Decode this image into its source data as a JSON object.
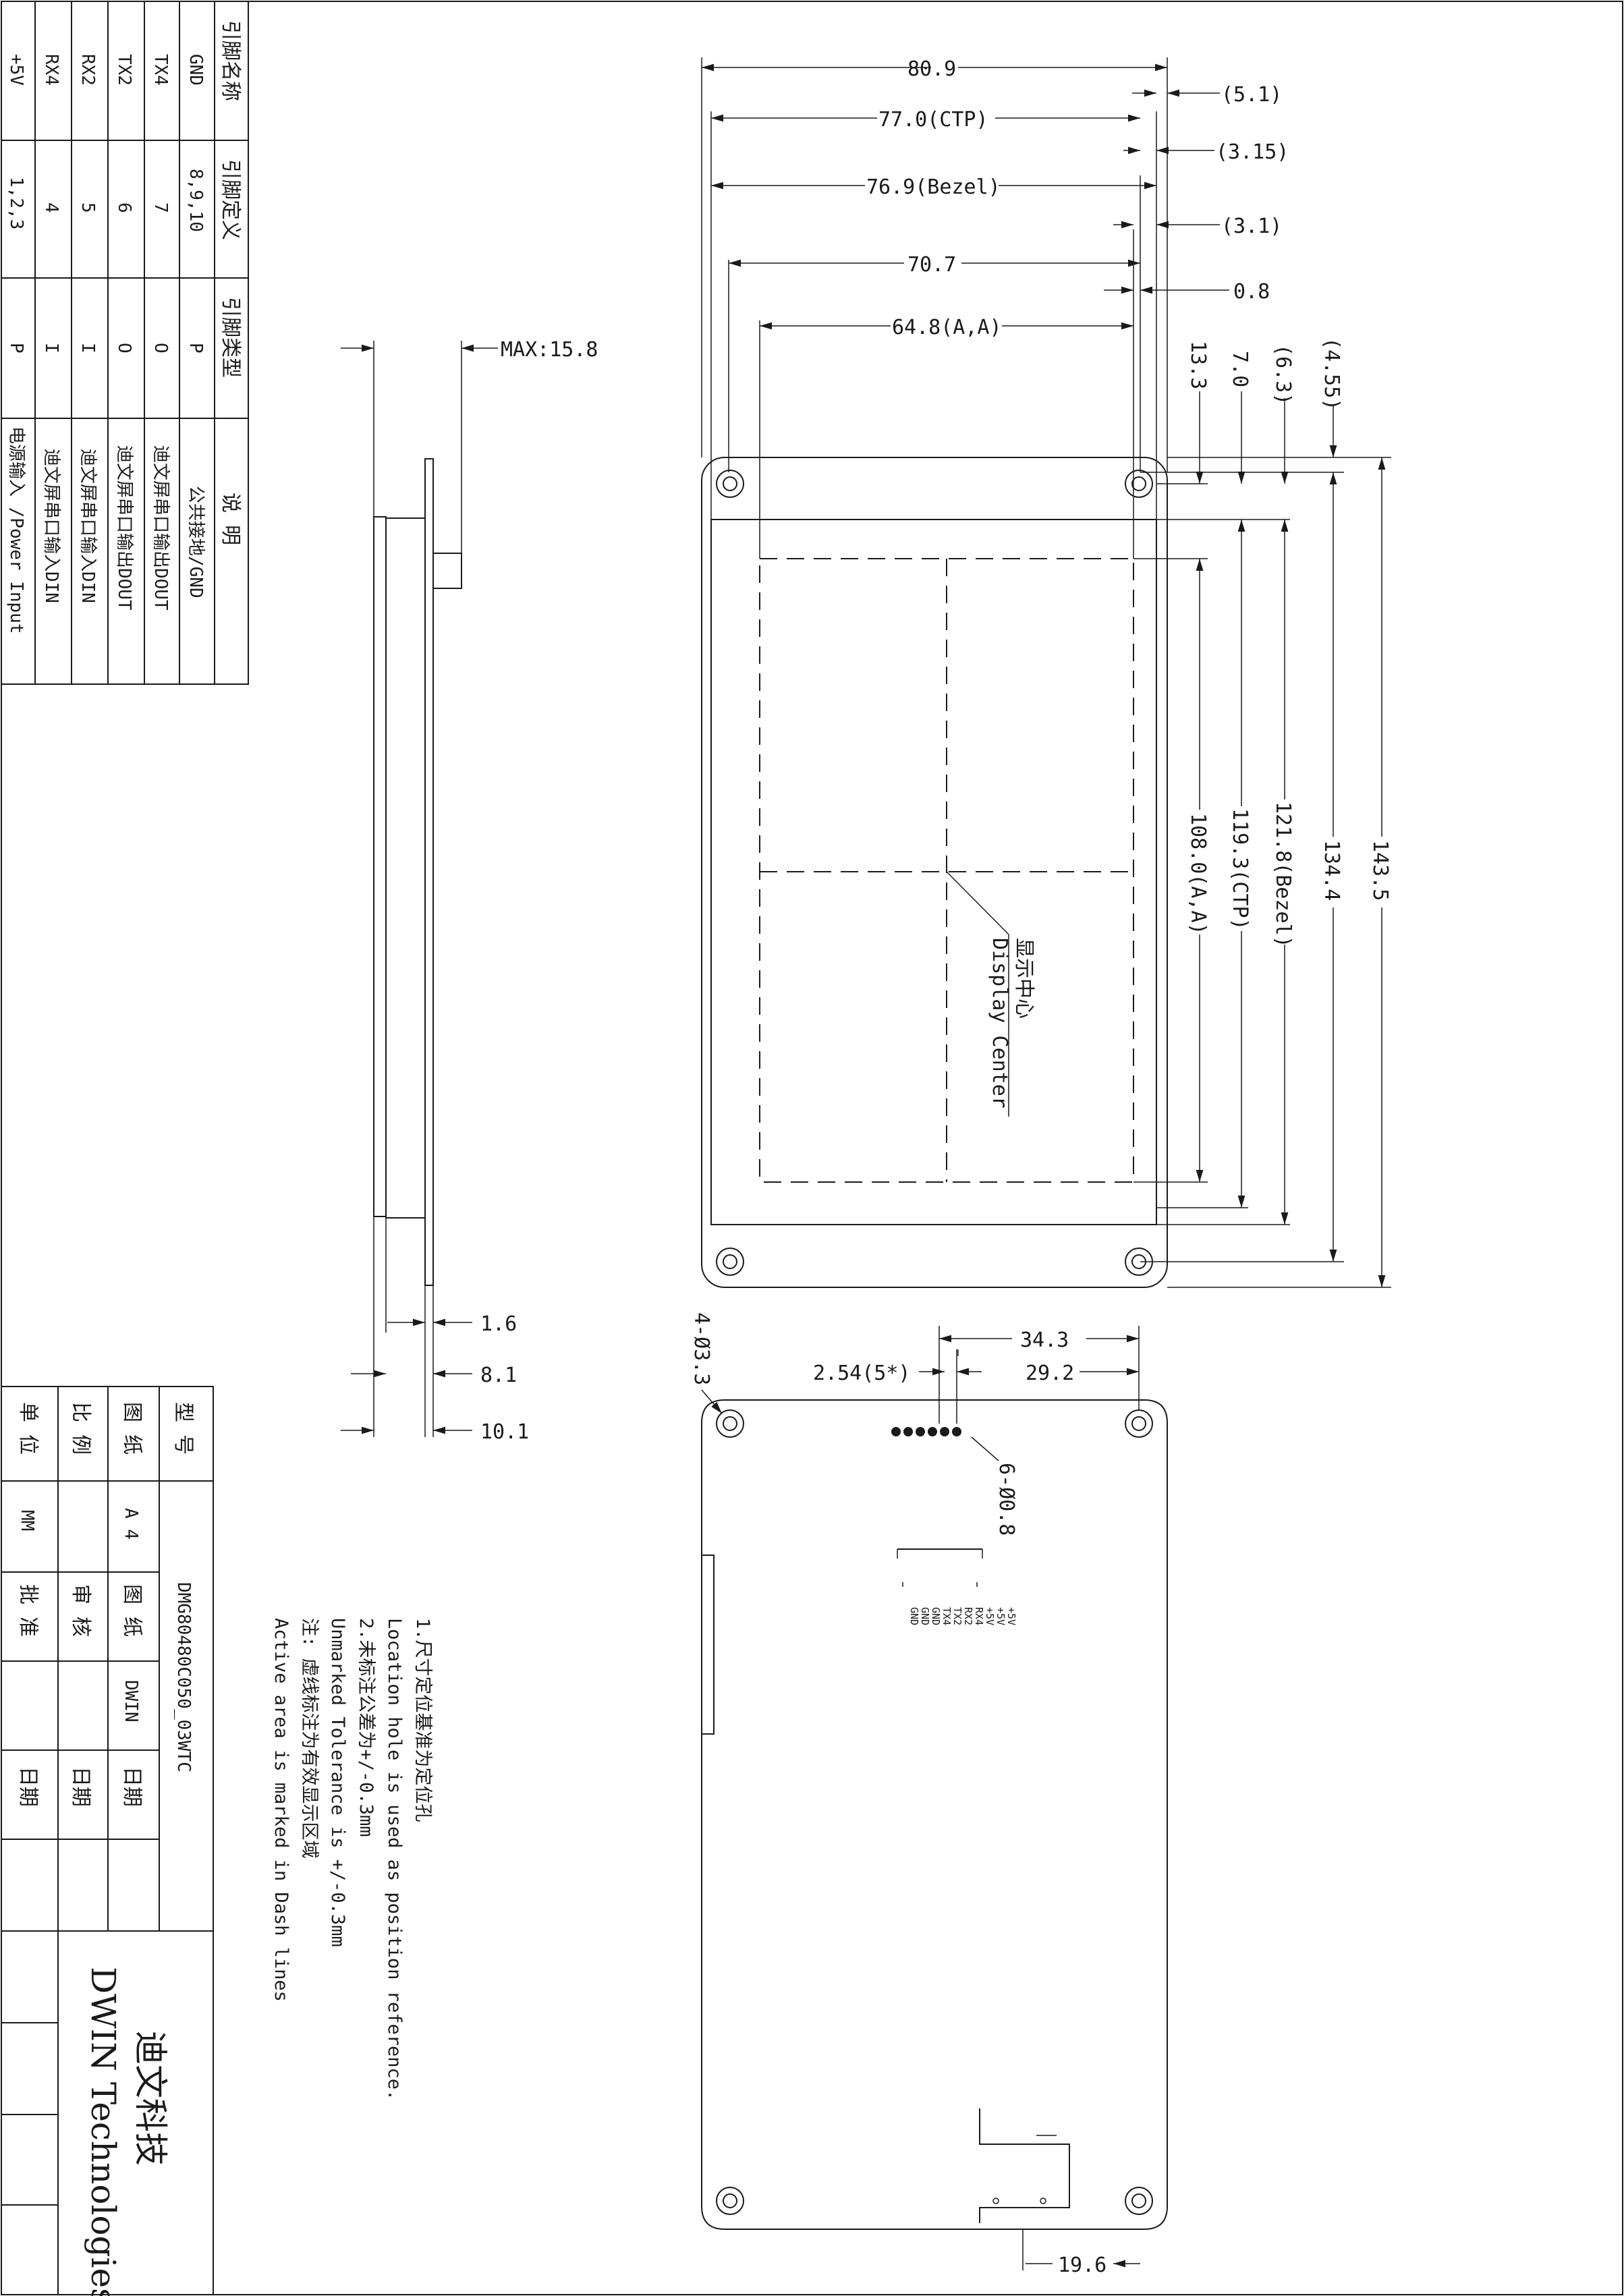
{
  "pin_table": {
    "headers": [
      "引脚名称",
      "引脚定义",
      "引脚类型",
      "说 明"
    ],
    "rows": [
      [
        "GND",
        "8,9,10",
        "P",
        "公共接地/GND"
      ],
      [
        "TX4",
        "7",
        "O",
        "迪文屏串口输出DOUT"
      ],
      [
        "TX2",
        "6",
        "O",
        "迪文屏串口输出DOUT"
      ],
      [
        "RX2",
        "5",
        "I",
        "迪文屏串口输入DIN"
      ],
      [
        "RX4",
        "4",
        "I",
        "迪文屏串口输入DIN"
      ],
      [
        "+5V",
        "1,2,3",
        "P",
        "电源输入 /Power Input"
      ]
    ]
  },
  "title_block": {
    "model_label": "型 号",
    "model_value": "DMG80480C050_03WTC",
    "drawing_label": "图 纸",
    "drawing_size": "A 4",
    "drawing_label2": "图 纸",
    "drawing_by": "DWIN",
    "date_label1": "日期",
    "scale_label": "比 例",
    "review_label": "审 核",
    "date_label2": "日期",
    "unit_label": "单 位",
    "unit_value": "MM",
    "approve_label": "批 准",
    "date_label3": "日期",
    "company_cn": "迪文科技",
    "company_en": "DWIN Technologies"
  },
  "notes": [
    "1.尺寸定位基准为定位孔",
    "Location hole is used as position reference.",
    "2.未标注公差为+/-0.3mm",
    "Unmarked Tolerance is +/-0.3mm",
    "注: 虚线标注为有效显示区域",
    "Active area is marked in Dash lines"
  ],
  "side_view": {
    "max_height": "MAX:15.8",
    "dim_1": "1.6",
    "dim_2": "8.1",
    "dim_3": "10.1"
  },
  "front_view": {
    "w_total": "80.9",
    "w_ctp": "77.0(CTP)",
    "w_bezel": "76.9(Bezel)",
    "w_1": "70.7",
    "w_aa": "64.8(A,A)",
    "off_1": "(5.1)",
    "off_2": "(3.15)",
    "off_3": "(3.1)",
    "off_4": "0.8",
    "v_1": "13.3",
    "v_2": "7.0",
    "v_3": "(6.3)",
    "v_4": "(4.55)",
    "h_aa": "108.0(A,A)",
    "h_ctp": "119.3(CTP)",
    "h_bezel": "121.8(Bezel)",
    "h_1": "134.4",
    "h_total": "143.5",
    "center_cn": "显示中心",
    "center_en": "Display Center"
  },
  "back_view": {
    "holes": "4-Ø3.3",
    "pitch": "2.54(5*)",
    "d1": "34.3",
    "d2": "29.2",
    "pins": "6-Ø0.8",
    "d3": "19.6",
    "connector_pins": [
      "+5V",
      "+5V",
      "+5V",
      "RX4",
      "RX2",
      "TX2",
      "TX4",
      "GND",
      "GND",
      "GND"
    ]
  }
}
